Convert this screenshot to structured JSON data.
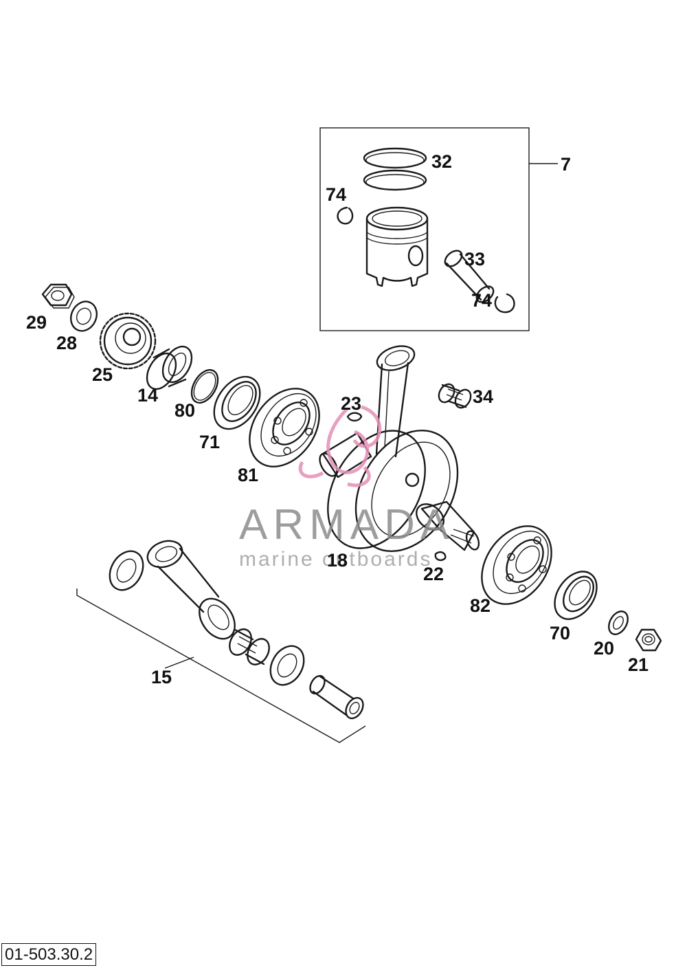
{
  "diagram": {
    "reference_code": "01-503.30.2",
    "watermark": {
      "title": "ARMADA",
      "subtitle": "marine outboards",
      "accent_color": "#e58fb6"
    },
    "labels": {
      "p7": "7",
      "p32": "32",
      "p74a": "74",
      "p33": "33",
      "p74b": "74",
      "p29": "29",
      "p28": "28",
      "p25": "25",
      "p14": "14",
      "p80": "80",
      "p71": "71",
      "p81": "81",
      "p23": "23",
      "p34": "34",
      "p18": "18",
      "p22": "22",
      "p82": "82",
      "p70": "70",
      "p20": "20",
      "p21": "21",
      "p15": "15"
    }
  }
}
